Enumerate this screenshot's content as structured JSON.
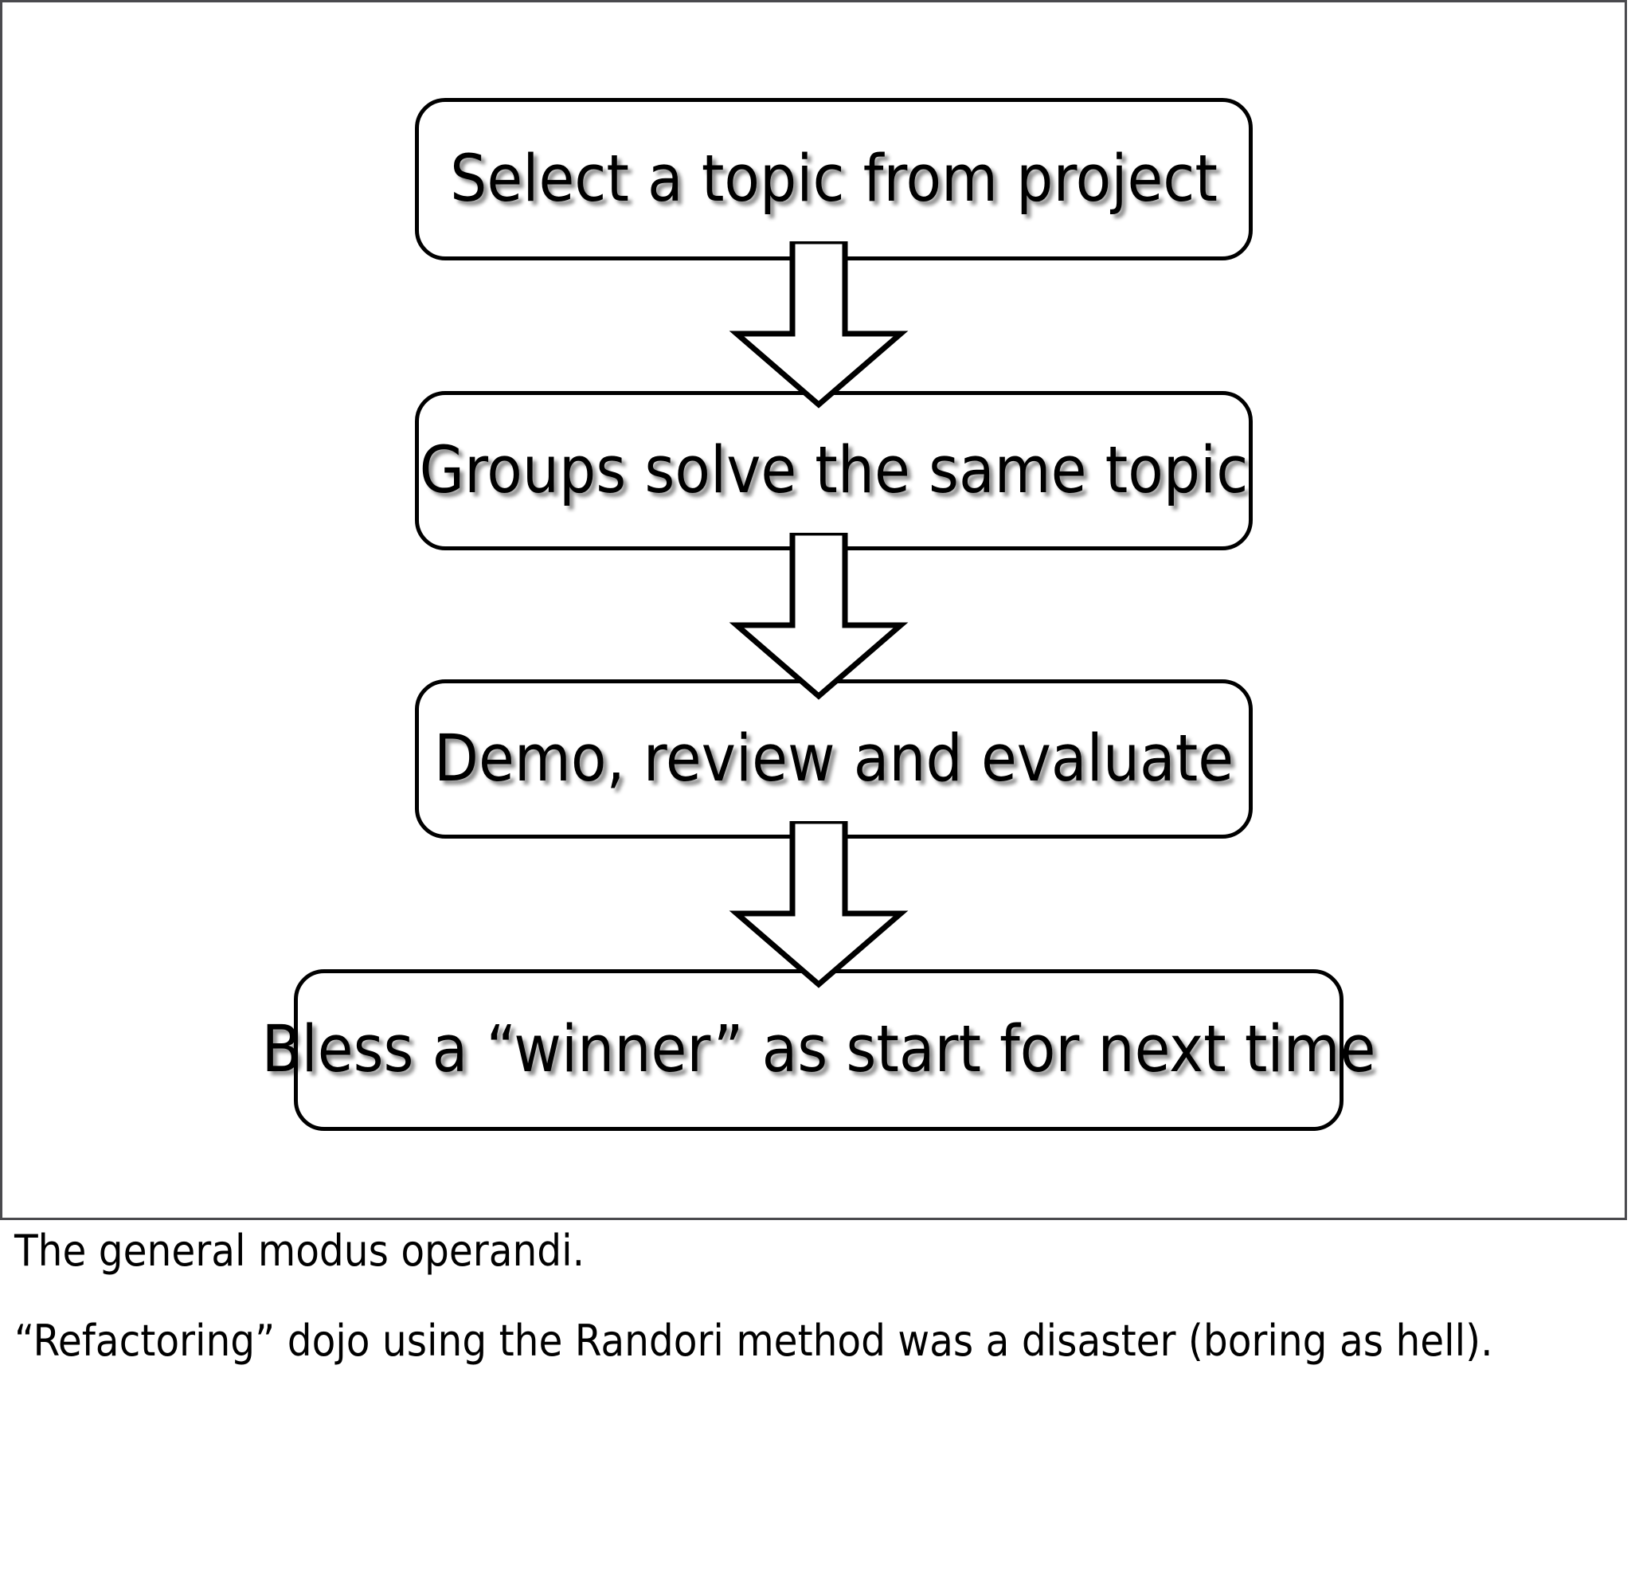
{
  "slide": {
    "frame_border_color": "#4a4a4e",
    "background_color": "#ffffff",
    "flow": {
      "orientation": "vertical-top-to-bottom",
      "boxes": [
        {
          "id": "box-1",
          "label": "Select a topic from project"
        },
        {
          "id": "box-2",
          "label": "Groups solve the same topic"
        },
        {
          "id": "box-3",
          "label": "Demo, review and evaluate"
        },
        {
          "id": "box-4",
          "label": "Bless a “winner” as start for next time"
        }
      ],
      "connectors": [
        {
          "id": "arrow-1",
          "icon": "down-arrow-icon",
          "from": "box-1",
          "to": "box-2"
        },
        {
          "id": "arrow-2",
          "icon": "down-arrow-icon",
          "from": "box-2",
          "to": "box-3"
        },
        {
          "id": "arrow-3",
          "icon": "down-arrow-icon",
          "from": "box-3",
          "to": "box-4"
        }
      ],
      "box_stroke_color": "#000000",
      "box_fill_color": "#ffffff"
    }
  },
  "caption": {
    "line_1": "The general modus operandi.",
    "line_2": "“Refactoring” dojo using the Randori method was a disaster (boring as hell)."
  }
}
